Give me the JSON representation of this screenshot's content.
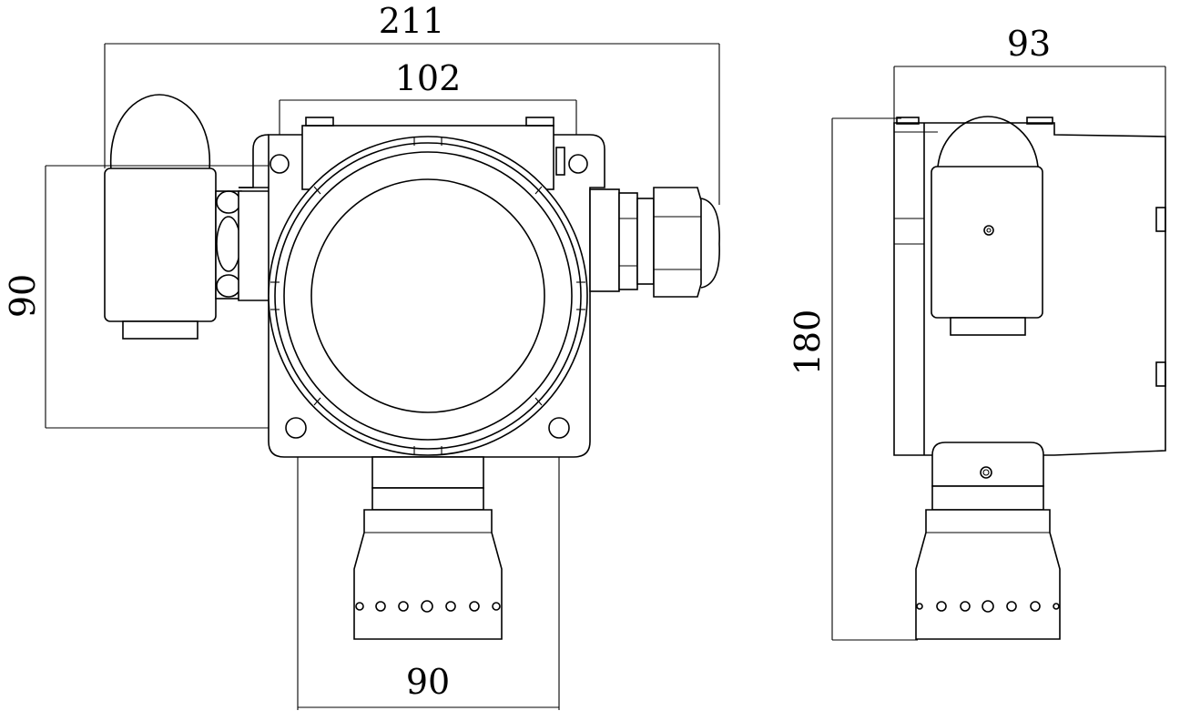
{
  "drawing": {
    "front_view": {
      "dimensions": {
        "overall_width": "211",
        "top_width": "102",
        "left_height": "90",
        "bottom_width": "90"
      }
    },
    "side_view": {
      "dimensions": {
        "depth": "93",
        "overall_height": "180"
      }
    }
  },
  "colors": {
    "line": "#000000",
    "background": "#ffffff"
  }
}
